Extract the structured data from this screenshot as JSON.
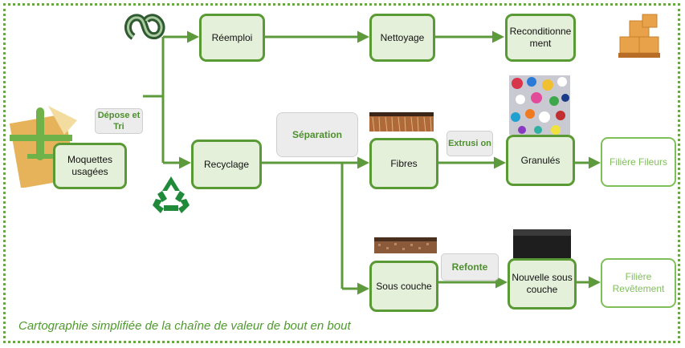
{
  "nodes": {
    "moquettes": "Moquettes usagées",
    "reemploi": "Réemploi",
    "nettoyage": "Nettoyage",
    "reconditionnement": "Reconditionne ment",
    "recyclage": "Recyclage",
    "fibres": "Fibres",
    "granules": "Granulés",
    "filiere_fileurs": "Filière Fileurs",
    "sous_couche": "Sous couche",
    "nouvelle_sous_couche": "Nouvelle sous couche",
    "filiere_revetement": "Filière Revêtement"
  },
  "labels": {
    "depose": "Dépose et Tri",
    "separation": "Séparation",
    "extrusion": "Extrusi on",
    "refonte": "Refonte"
  },
  "caption": "Cartographie simplifiée de la chaîne de valeur de bout en bout",
  "colors": {
    "arrow": "#5c9a3c",
    "node_border": "#5a9a35",
    "node_fill": "#e4f0d9",
    "outline_green": "#7fbf5a",
    "caption": "#4f9a2e"
  },
  "icons": [
    "airplane-icon",
    "package-icon",
    "reuse-loop-icon",
    "recycle-icon",
    "boxes-stack-icon"
  ]
}
